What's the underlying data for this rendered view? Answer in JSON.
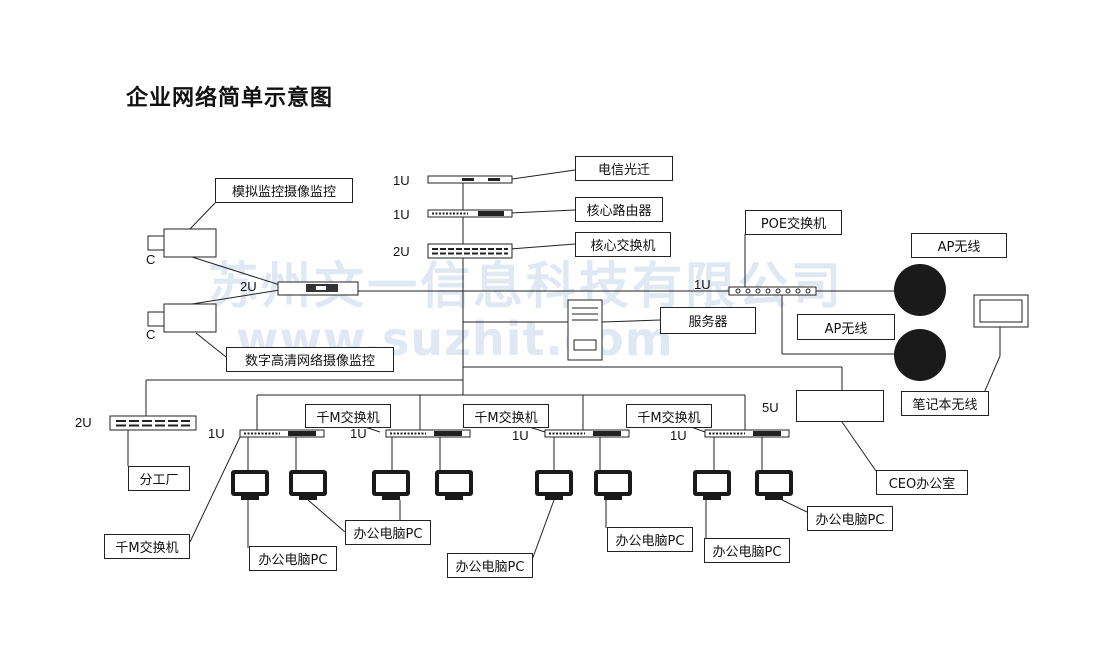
{
  "title": "企业网络简单示意图",
  "watermark": {
    "company": "苏州文一信息科技有限公司",
    "url": "www.suzhit.com"
  },
  "labels": {
    "telecom": "电信光迁",
    "core_router": "核心路由器",
    "core_switch": "核心交换机",
    "analog_cam": "模拟监控摄像监控",
    "digital_cam": "数字高清网络摄像监控",
    "server": "服务器",
    "poe": "POE交换机",
    "ap1": "AP无线",
    "ap2": "AP无线",
    "laptop": "笔记本无线",
    "ceo": "CEO办公室",
    "branch": "分工厂",
    "gm_bottom": "千M交换机",
    "sw1": "千M交换机",
    "sw2": "千M交换机",
    "sw3": "千M交换机",
    "pc1": "办公电脑PC",
    "pc2": "办公电脑PC",
    "pc3": "办公电脑PC",
    "pc4": "办公电脑PC",
    "pc5": "办公电脑PC",
    "pc6": "办公电脑PC"
  },
  "units": {
    "telecom": "1U",
    "router": "1U",
    "core": "2U",
    "dvr": "2U",
    "poe": "1U",
    "branch": "2U",
    "sw1": "1U",
    "sw2": "1U",
    "sw3": "1U",
    "sw4": "1U",
    "ceo": "5U"
  },
  "camera_letter": {
    "cam1": "C",
    "cam2": "C"
  }
}
